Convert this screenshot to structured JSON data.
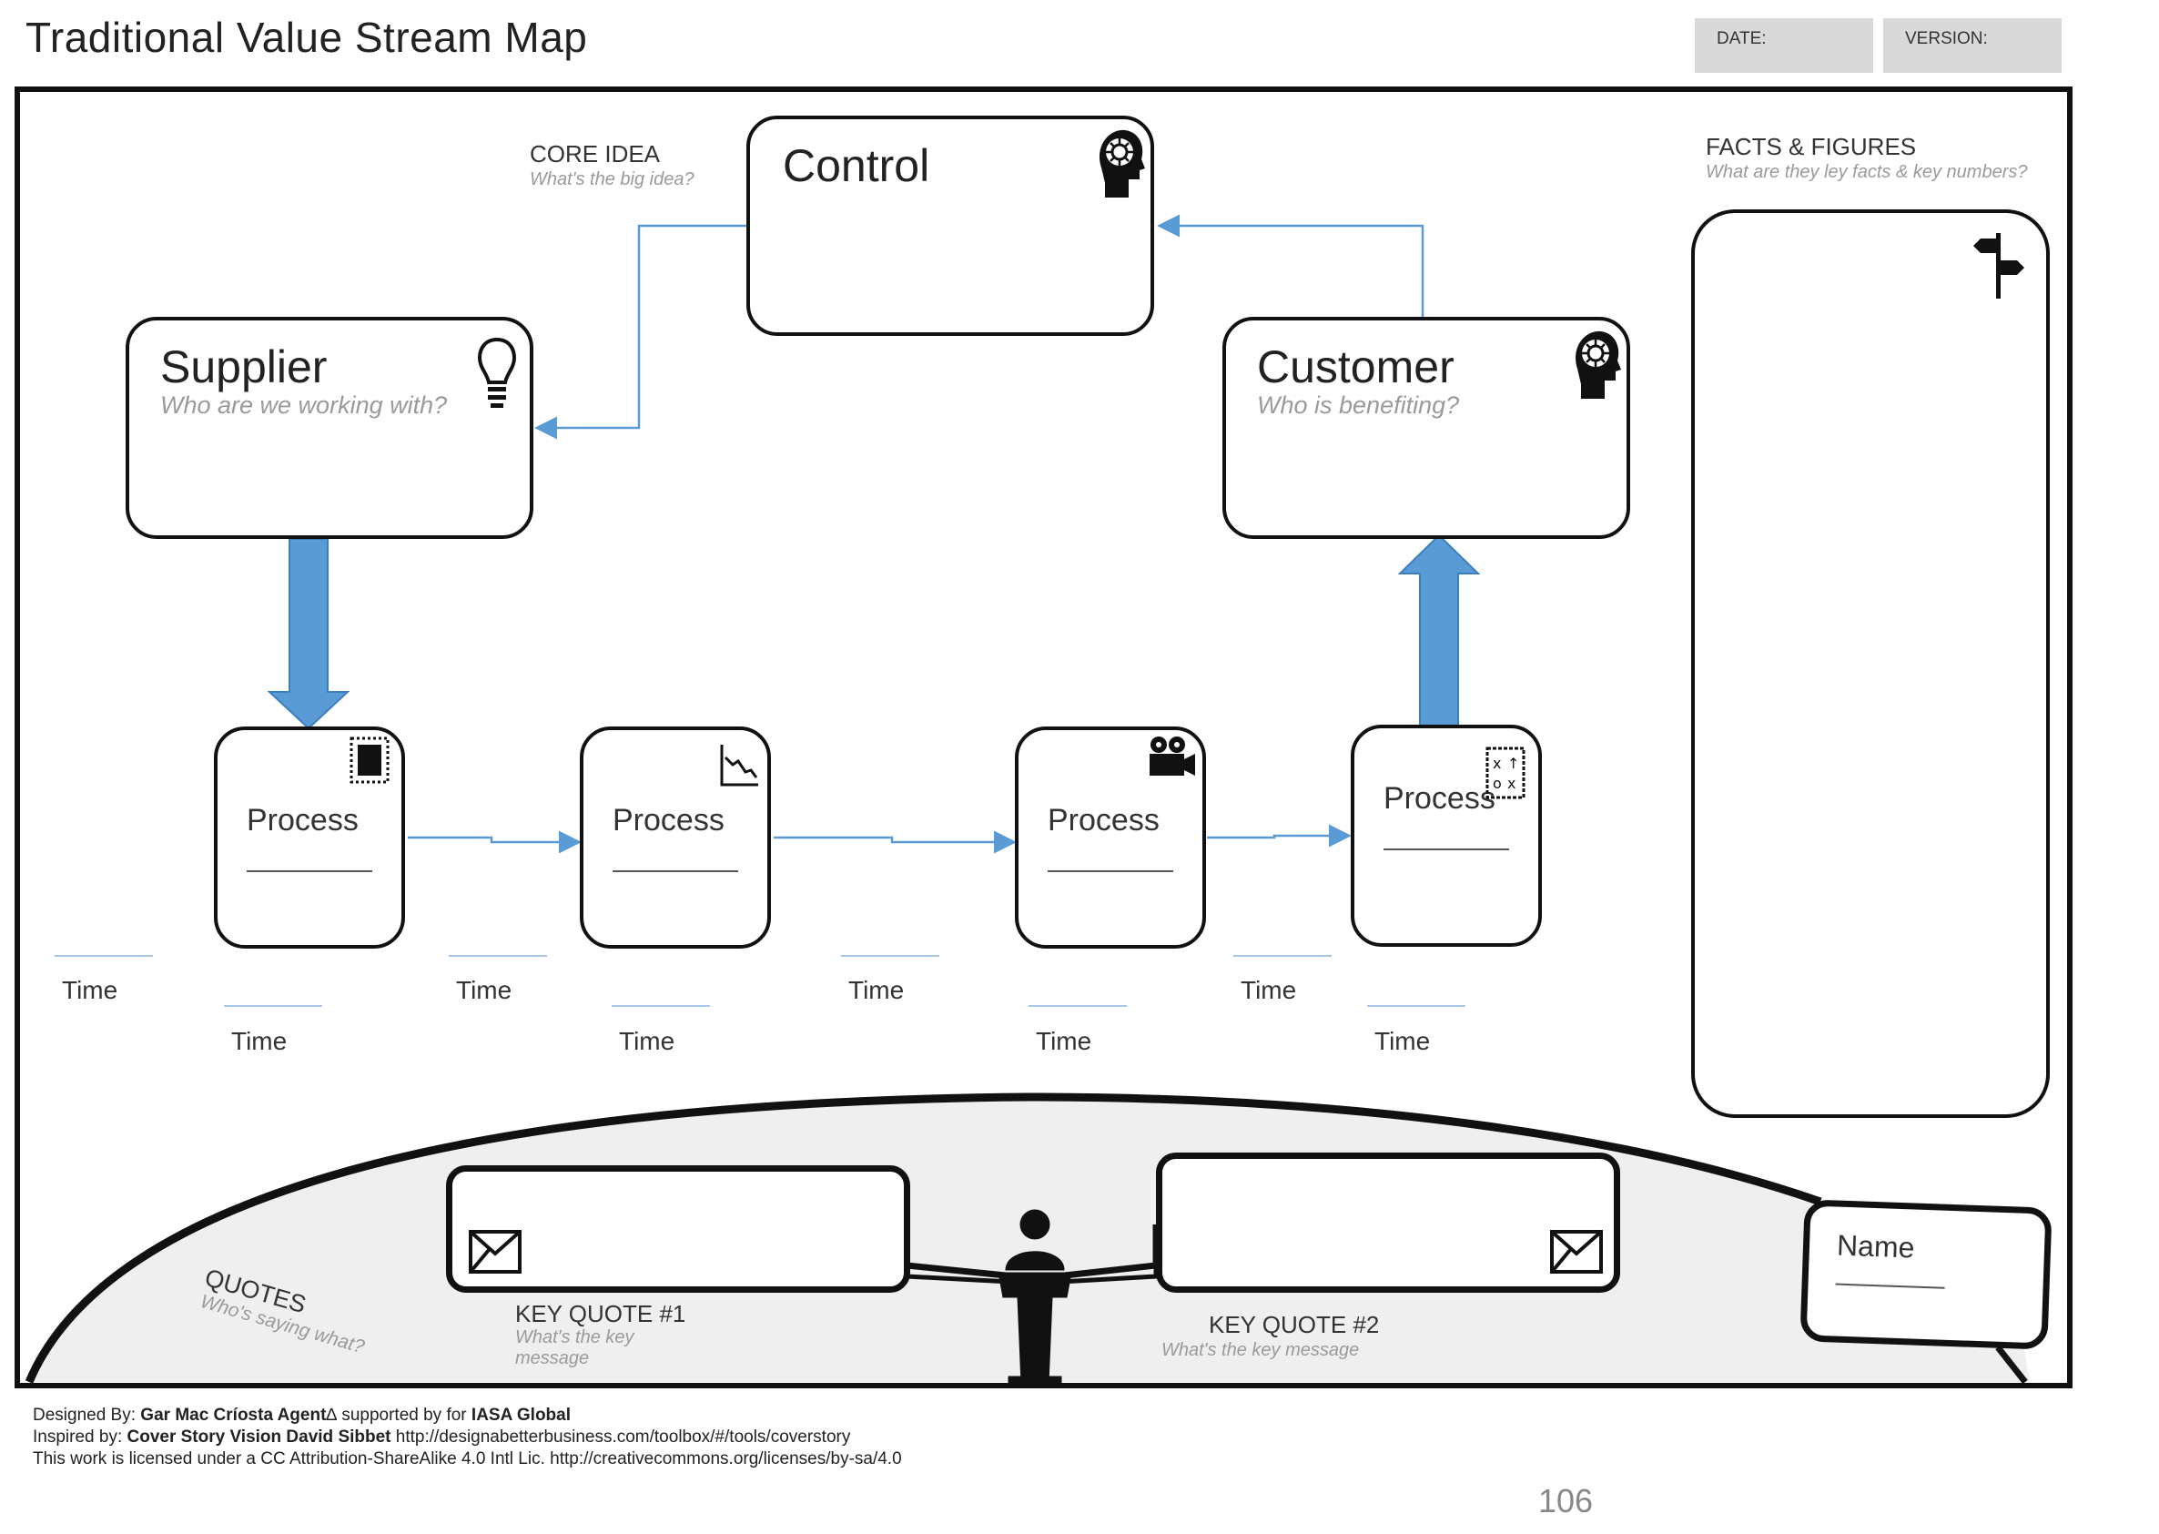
{
  "header": {
    "title": "Traditional Value Stream Map",
    "date_label": "DATE:",
    "version_label": "VERSION:"
  },
  "core_idea": {
    "label": "CORE IDEA",
    "sub": "What's the big idea?"
  },
  "control": {
    "title": "Control"
  },
  "supplier": {
    "title": "Supplier",
    "sub": "Who are we working with?"
  },
  "customer": {
    "title": "Customer",
    "sub": "Who is benefiting?"
  },
  "facts": {
    "label": "FACTS & FIGURES",
    "sub": "What are they ley facts & key numbers?"
  },
  "processes": [
    {
      "label": "Process",
      "icon": "stamp-icon"
    },
    {
      "label": "Process",
      "icon": "chart-down-icon"
    },
    {
      "label": "Process",
      "icon": "movie-camera-icon"
    },
    {
      "label": "Process",
      "icon": "strategy-icon"
    }
  ],
  "times": {
    "upper": [
      "Time",
      "Time",
      "Time",
      "Time"
    ],
    "lower": [
      "Time",
      "Time",
      "Time",
      "Time"
    ]
  },
  "quotes": {
    "label": "QUOTES",
    "sub": "Who's saying what?",
    "quote1": {
      "label": "KEY QUOTE #1",
      "sub": "What's the key message"
    },
    "quote2": {
      "label": "KEY QUOTE #2",
      "sub": "What's the key message"
    },
    "name_label": "Name"
  },
  "footer": {
    "designed_prefix": "Designed By: ",
    "designed_name": "Gar Mac Críosta Agent",
    "designed_mid": "∆ supported by for ",
    "designed_org": "IASA Global",
    "inspired_prefix": "Inspired by: ",
    "inspired_name": "Cover Story Vision David Sibbet",
    "inspired_url": " http://designabetterbusiness.com/toolbox/#/tools/coverstory",
    "license": "This work is licensed under a CC Attribution-ShareAlike 4.0 Intl Lic. http://creativecommons.org/licenses/by-sa/4.0"
  },
  "page_number": "106",
  "colors": {
    "arrow": "#5b9bd5",
    "thin_arrow": "#5b9bd5",
    "time_line": "#a9c6ea",
    "stage": "#efefef"
  }
}
